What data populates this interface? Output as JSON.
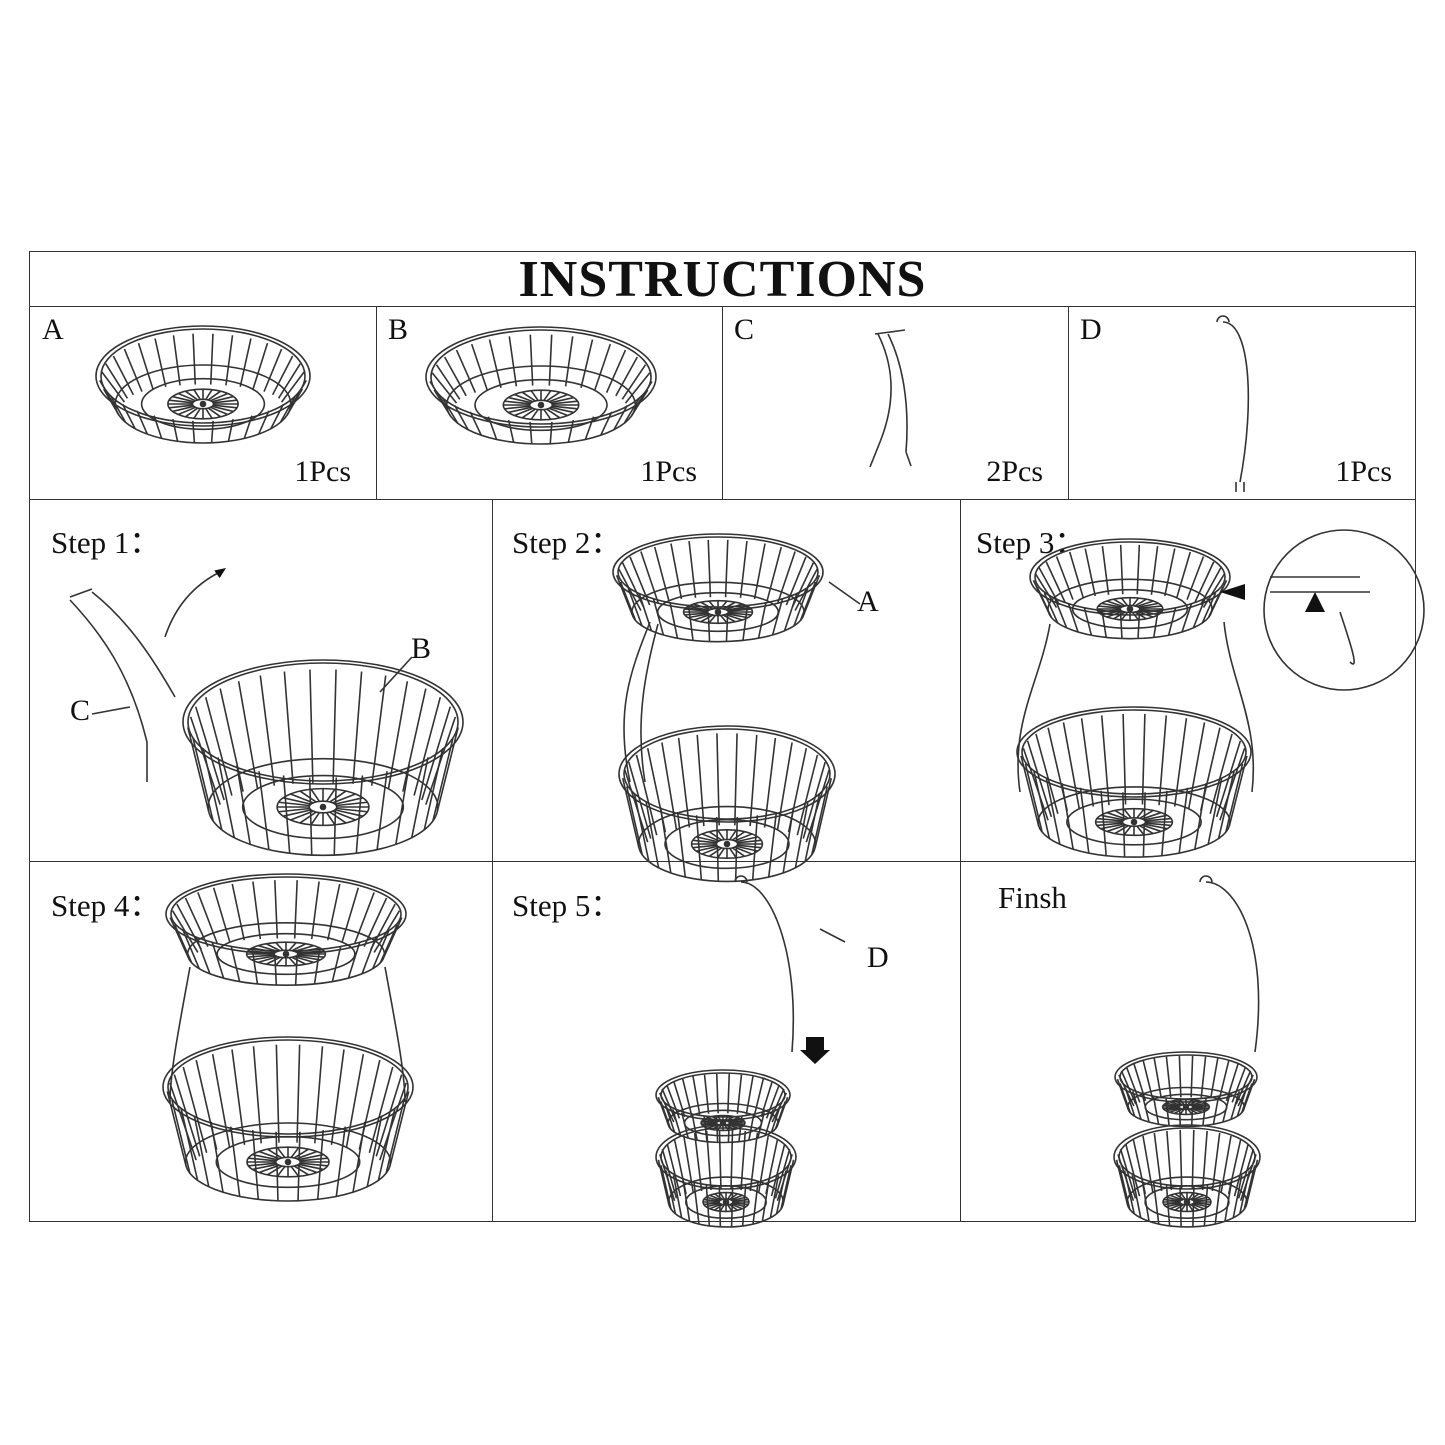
{
  "title": "INSTRUCTIONS",
  "parts": [
    {
      "label": "A",
      "count": "1Pcs"
    },
    {
      "label": "B",
      "count": "1Pcs"
    },
    {
      "label": "C",
      "count": "2Pcs"
    },
    {
      "label": "D",
      "count": "1Pcs"
    }
  ],
  "steps": [
    {
      "label": "Step 1：",
      "callouts": [
        "B",
        "C"
      ]
    },
    {
      "label": "Step 2：",
      "callouts": [
        "A"
      ]
    },
    {
      "label": "Step 3："
    },
    {
      "label": "Step 4："
    },
    {
      "label": "Step 5：",
      "callouts": [
        "D"
      ]
    },
    {
      "label": "Finsh"
    }
  ],
  "line_color": "#333333"
}
